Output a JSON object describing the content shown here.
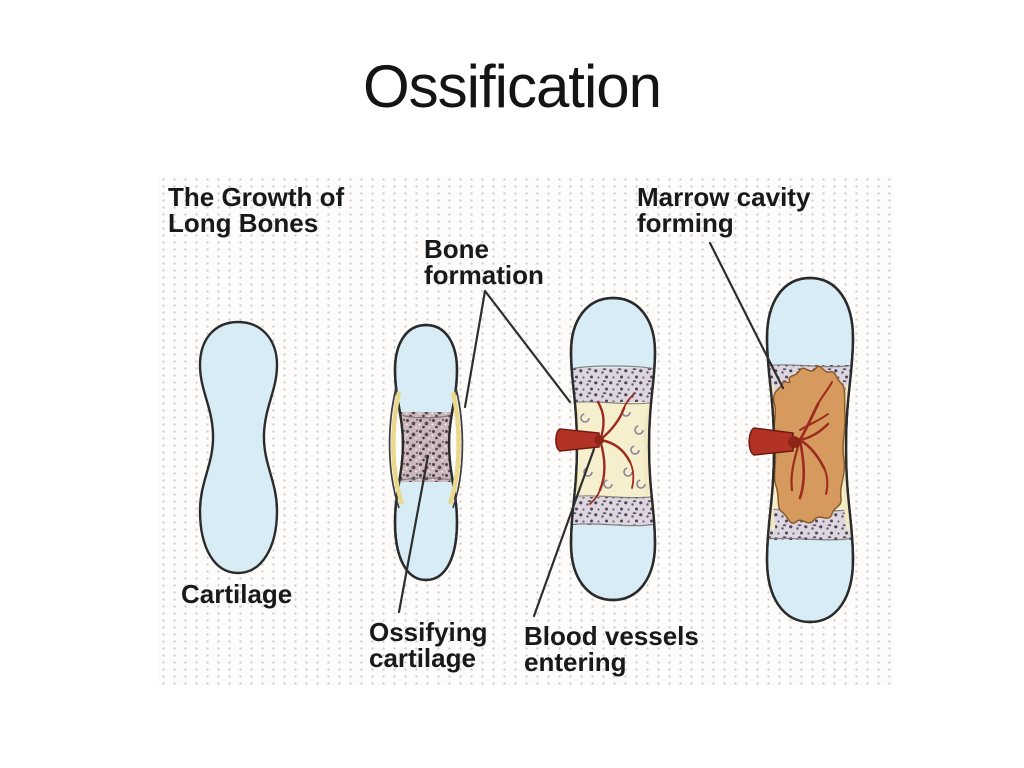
{
  "title": "Ossification",
  "diagram": {
    "heading": "The Growth of\nLong Bones",
    "labels": {
      "bone_formation": "Bone\nformation",
      "marrow_cavity": "Marrow cavity\nforming",
      "cartilage": "Cartilage",
      "ossifying_cartilage": "Ossifying\ncartilage",
      "blood_vessels": "Blood vessels\nentering"
    }
  },
  "colors": {
    "cartilage_blue": "#d7ecf5",
    "outline_dark": "#2b2b2b",
    "ossifying_speckle_base": "#c9b7bb",
    "stipple_base": "#ddd5df",
    "cream_matrix": "#f6efcd",
    "marrow_tan": "#d79a5e",
    "vessel_red": "#9c2b1f",
    "artery_red": "#b23325",
    "collar_yellow": "#ead98d",
    "label_text": "#191919",
    "dot_grid": "#d6cecb"
  }
}
